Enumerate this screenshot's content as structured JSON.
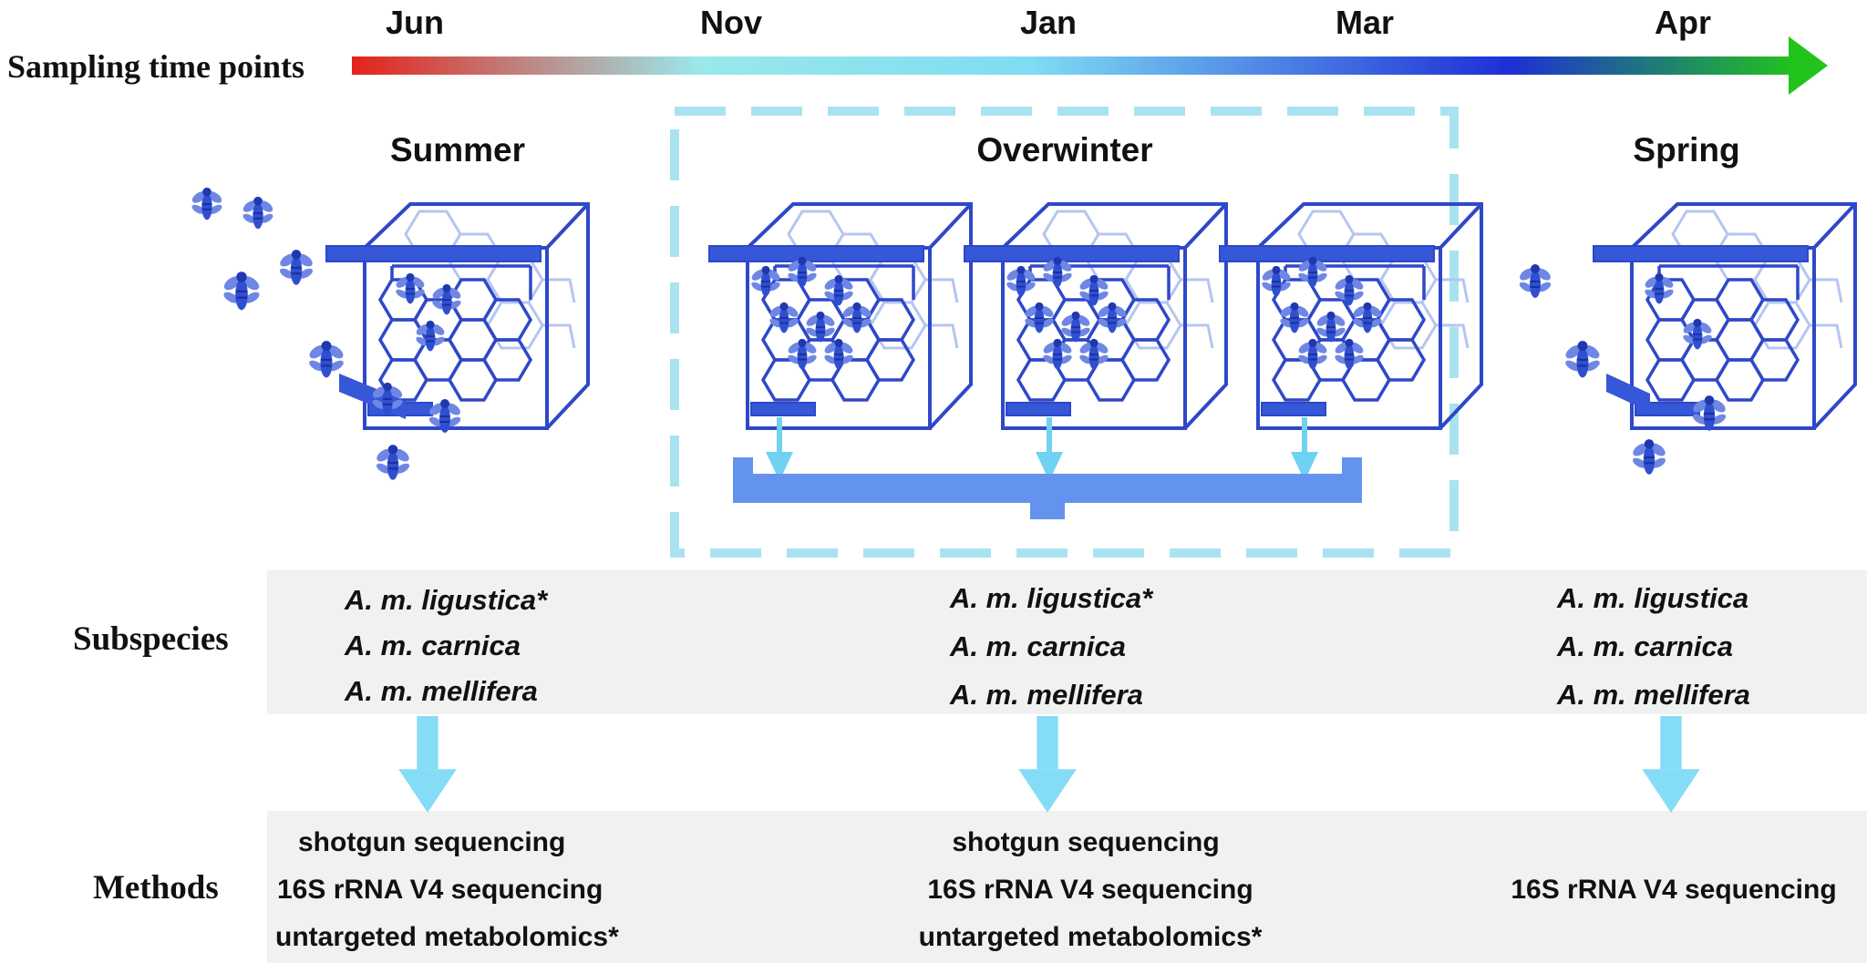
{
  "timeline": {
    "label": "Sampling time points",
    "months": [
      "Jun",
      "Nov",
      "Jan",
      "Mar",
      "Apr"
    ],
    "gradient_colors": [
      "#e2231a",
      "#9ae8ea",
      "#7fdcf3",
      "#1d2fd6",
      "#22c41c"
    ]
  },
  "seasons": [
    "Summer",
    "Overwinter",
    "Spring"
  ],
  "rows": {
    "subspecies_label": "Subspecies",
    "methods_label": "Methods"
  },
  "subspecies": {
    "summer": [
      "A. m. ligustica*",
      "A. m. carnica",
      "A. m. mellifera"
    ],
    "overwinter": [
      "A. m. ligustica*",
      "A. m. carnica",
      "A. m. mellifera"
    ],
    "spring": [
      "A. m. ligustica",
      "A. m. carnica",
      "A. m. mellifera"
    ]
  },
  "methods": {
    "summer": [
      "shotgun sequencing",
      "16S rRNA V4 sequencing",
      "untargeted metabolomics*"
    ],
    "overwinter": [
      "shotgun sequencing",
      "16S rRNA V4 sequencing",
      "untargeted metabolomics*"
    ],
    "spring": [
      "16S rRNA V4 sequencing"
    ]
  },
  "colors": {
    "hive_blue": "#2e48c8",
    "hive_faint": "#b4c6f0",
    "bee_blue": "#2f4fd0",
    "arrow_cyan": "#85dcf7",
    "dashed_box": "#a9e3f1",
    "bracket_blue": "#6493ee",
    "band_gray": "#f0f1f1"
  },
  "icons": [
    "hive-box-icon",
    "bee-icon",
    "down-arrow-icon",
    "timeline-arrow-icon"
  ]
}
